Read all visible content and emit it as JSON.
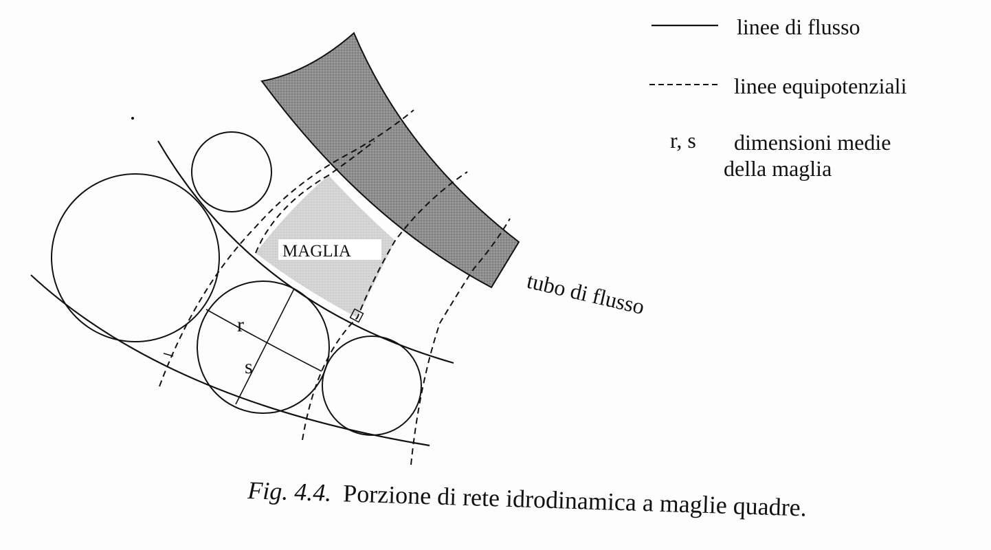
{
  "legend": {
    "flow_lines": "linee di flusso",
    "equipotential_lines": "linee equipotenziali",
    "rs_symbol": "r, s",
    "rs_desc_line1": "dimensioni medie",
    "rs_desc_line2": "della maglia"
  },
  "labels": {
    "mesh": "MAGLIA",
    "r": "r",
    "s": "s",
    "flow_tube": "tubo di flusso"
  },
  "caption": {
    "fig": "Fig. 4.4.",
    "text": "Porzione di rete idrodinamica a maglie quadre."
  },
  "colors": {
    "ink": "#111111",
    "tube": "#8a8a8a",
    "mesh": "#cfcfcf"
  }
}
